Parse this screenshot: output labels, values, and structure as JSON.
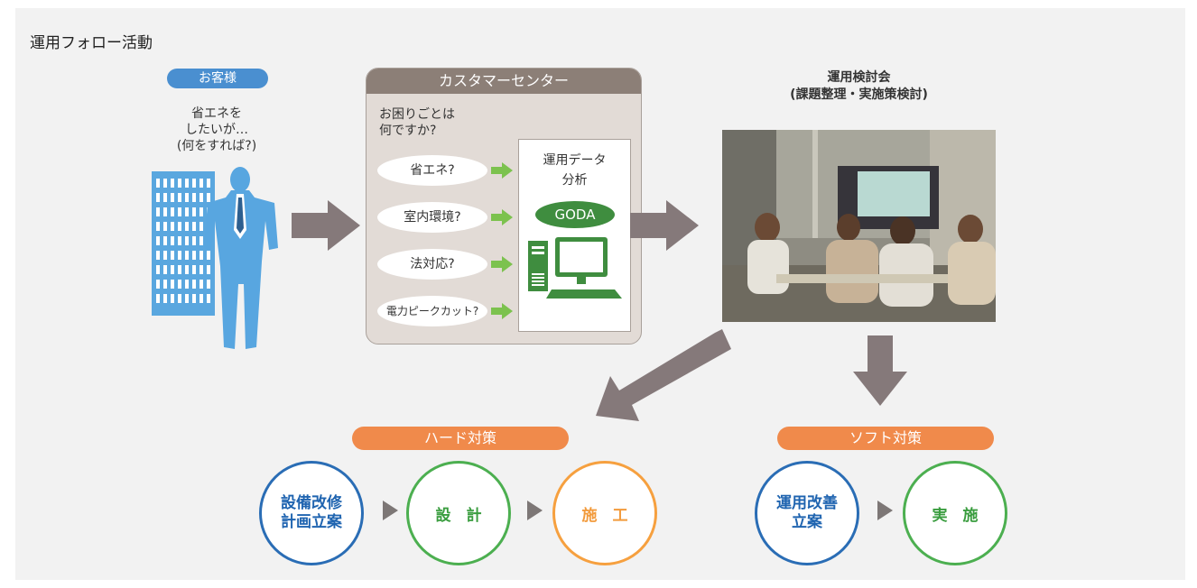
{
  "title": "運用フォロー活動",
  "customer": {
    "label": "お客様",
    "text": "省エネを\nしたいが…\n(何をすれば?)"
  },
  "center": {
    "title": "カスタマーセンター",
    "question": "お困りごとは\n何ですか?",
    "items": [
      "省エネ?",
      "室内環境?",
      "法対応?",
      "電力ピークカット?"
    ],
    "analysis": "運用データ\n分析",
    "system": "GODA"
  },
  "meeting": {
    "title": "運用検討会\n(課題整理・実施策検討)"
  },
  "hard": {
    "label": "ハード対策",
    "steps": [
      "設備改修\n計画立案",
      "設　計",
      "施　工"
    ]
  },
  "soft": {
    "label": "ソフト対策",
    "steps": [
      "運用改善\n立案",
      "実　施"
    ]
  },
  "colors": {
    "accent_blue": "#4a8fd0",
    "accent_orange": "#f08a4b",
    "box_brown": "#8c7f77",
    "arrow_gray": "#85797a",
    "goda_green": "#3f8d3f",
    "step_green": "#4caf50"
  }
}
